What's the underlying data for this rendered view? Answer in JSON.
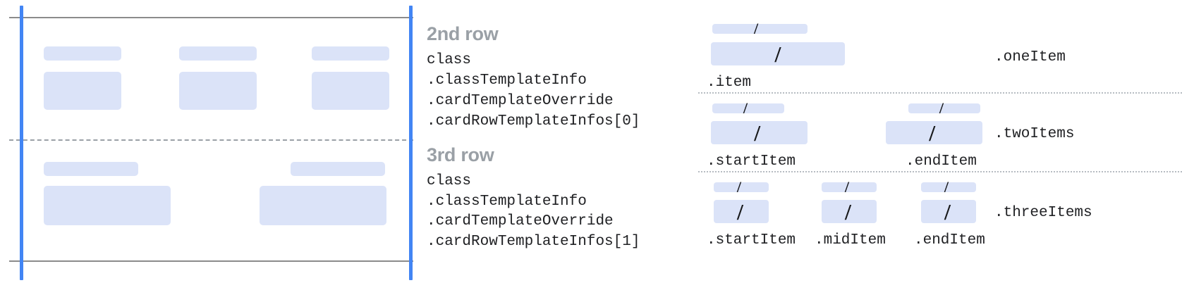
{
  "colors": {
    "placeholder_fill": "#dbe3f8",
    "rail_blue": "#4285f4",
    "frame_gray": "#8b8b8b",
    "dash_gray": "#9aa0a6",
    "dot_gray": "#b7bcc2",
    "heading_gray": "#9aa0a6",
    "mono_text": "#202124",
    "slash_black": "#17181a",
    "background": "#ffffff"
  },
  "left_diagram": {
    "name": "card-row-template-preview",
    "rows": [
      {
        "name": "second-row",
        "columns": [
          {
            "label_placeholder": "",
            "body_placeholder": ""
          },
          {
            "label_placeholder": "",
            "body_placeholder": ""
          },
          {
            "label_placeholder": "",
            "body_placeholder": ""
          }
        ]
      },
      {
        "name": "third-row",
        "columns": [
          {
            "label_placeholder": "",
            "body_placeholder": ""
          },
          {
            "label_placeholder": "",
            "body_placeholder": ""
          }
        ]
      }
    ]
  },
  "annotations": [
    {
      "heading": "2nd row",
      "lines": [
        "class",
        ".classTemplateInfo",
        ".cardTemplateOverride",
        ".cardRowTemplateInfos[0]"
      ]
    },
    {
      "heading": "3rd row",
      "lines": [
        "class",
        ".classTemplateInfo",
        ".cardTemplateOverride",
        ".cardRowTemplateInfos[1]"
      ]
    }
  ],
  "right_panel": {
    "name": "row-layout-variants",
    "slash_glyph": "/",
    "variants": [
      {
        "class_label": ".oneItem",
        "items": [
          {
            "label": ".item"
          }
        ]
      },
      {
        "class_label": ".twoItems",
        "items": [
          {
            "label": ".startItem"
          },
          {
            "label": ".endItem"
          }
        ]
      },
      {
        "class_label": ".threeItems",
        "items": [
          {
            "label": ".startItem"
          },
          {
            "label": ".midItem"
          },
          {
            "label": ".endItem"
          }
        ]
      }
    ]
  }
}
